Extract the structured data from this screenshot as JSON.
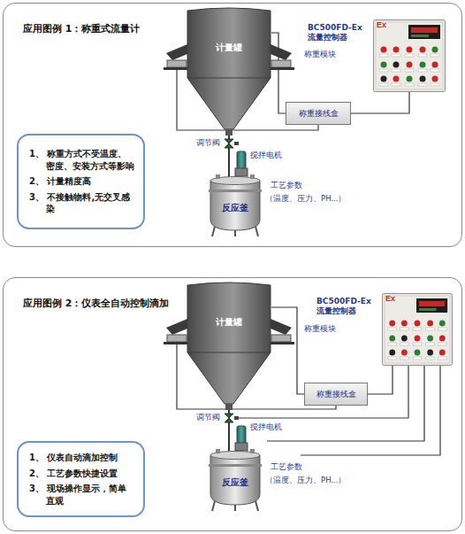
{
  "diagram": {
    "nodes": [
      {
        "text": [
          "应用图例 1：称重式流量计"
        ]
      },
      {
        "text": [
          "计量罐"
        ],
        "in": 0
      },
      {
        "text": [
          "称重接线盒"
        ],
        "in": 0
      },
      {
        "text": [
          "BC500FD-Ex 流量控制器",
          "Ex"
        ],
        "in": 0
      },
      {
        "text": [
          "反应釜"
        ],
        "in": 0
      },
      {
        "text": [
          "1、 称重方式不受温度、密度、安装方式等影响",
          "2、 计量精度高",
          "3、 不接触物料,无交叉感染"
        ],
        "in": 0
      },
      {
        "text": [
          "应用图例 2：仪表全自动控制滴加"
        ]
      },
      {
        "text": [
          "计量罐"
        ],
        "in": 6
      },
      {
        "text": [
          "称重接线盒"
        ],
        "in": 6
      },
      {
        "text": [
          "BC500FD-Ex 流量控制器",
          "Ex"
        ],
        "in": 6
      },
      {
        "text": [
          "反应釜"
        ],
        "in": 6
      },
      {
        "text": [
          "1、 仪表自动滴加控制",
          "2、 工艺参数快捷设置",
          "3、 现场操作显示，简单直观"
        ],
        "in": 6
      }
    ],
    "edges": [
      {
        "from": 1,
        "to": 2,
        "arrow": "none"
      },
      {
        "from": 2,
        "to": 3,
        "arrow": "none"
      },
      {
        "from": 1,
        "to": 4,
        "arrow": "none"
      },
      {
        "from": 7,
        "to": 8,
        "arrow": "none"
      },
      {
        "from": 8,
        "to": 9,
        "arrow": "none"
      },
      {
        "from": 7,
        "to": 10,
        "arrow": "none"
      },
      {
        "from": 9,
        "to": 10,
        "arrow": "none"
      }
    ],
    "labels": [
      "称重模块",
      "调节阀",
      "搅拌电机",
      "工艺参数",
      "（温度、压力、PH...）",
      "称重模块",
      "调节阀",
      "搅拌电机",
      "工艺参数",
      "（温度、压力、PH...）"
    ]
  }
}
